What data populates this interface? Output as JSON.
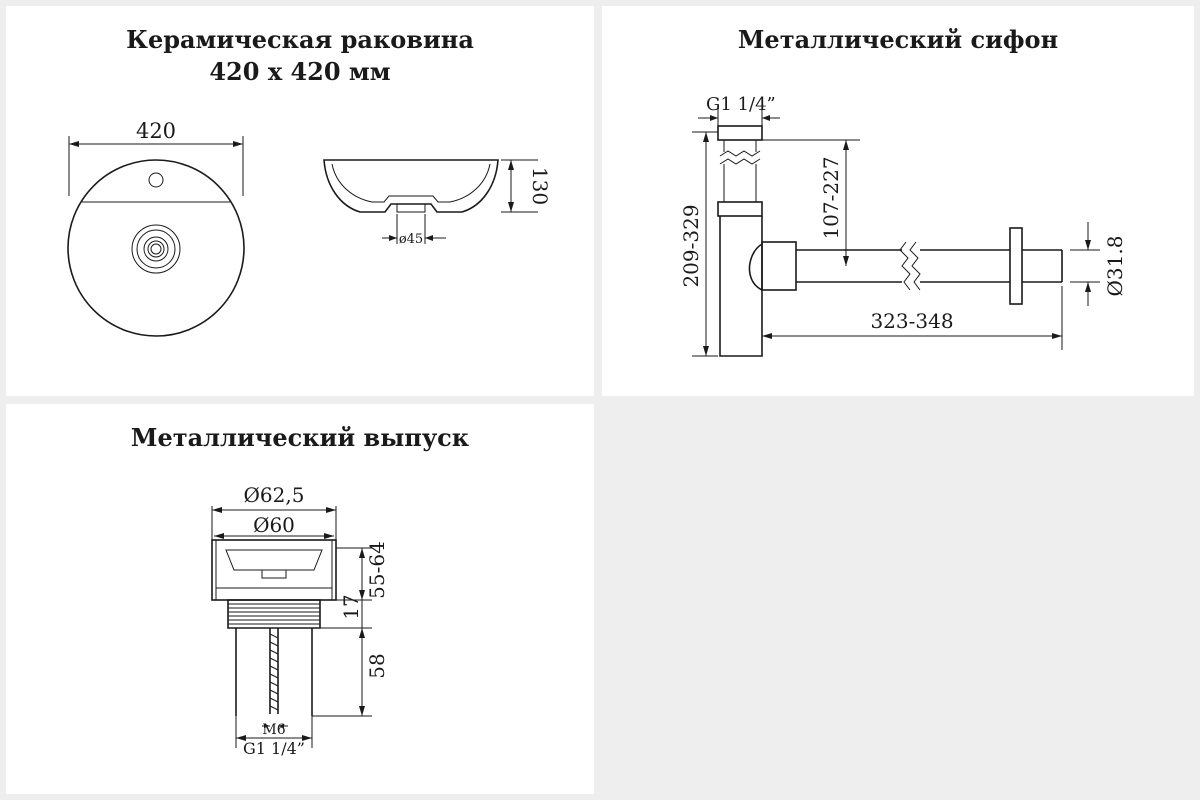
{
  "panels": {
    "sink": {
      "title_line1": "Керамическая раковина",
      "title_line2": "420 x 420 мм",
      "dim_width": "420",
      "dim_height": "130",
      "dim_drain": "ø45"
    },
    "siphon": {
      "title": "Металлический сифон",
      "dim_thread": "G1 1/4”",
      "dim_total_height": "209-329",
      "dim_outlet_height": "107-227",
      "dim_length": "323-348",
      "dim_pipe_diameter": "Ø31.8"
    },
    "drain": {
      "title": "Металлический выпуск",
      "dim_outer_diameter": "Ø62,5",
      "dim_inner_diameter": "Ø60",
      "dim_height_range": "55-64",
      "dim_flange": "17",
      "dim_length": "58",
      "dim_bolt": "M6",
      "dim_thread": "G1 1/4”"
    }
  },
  "colors": {
    "line": "#1a1a1a",
    "panel_background": "#ffffff",
    "page_background": "#eeeeee"
  }
}
